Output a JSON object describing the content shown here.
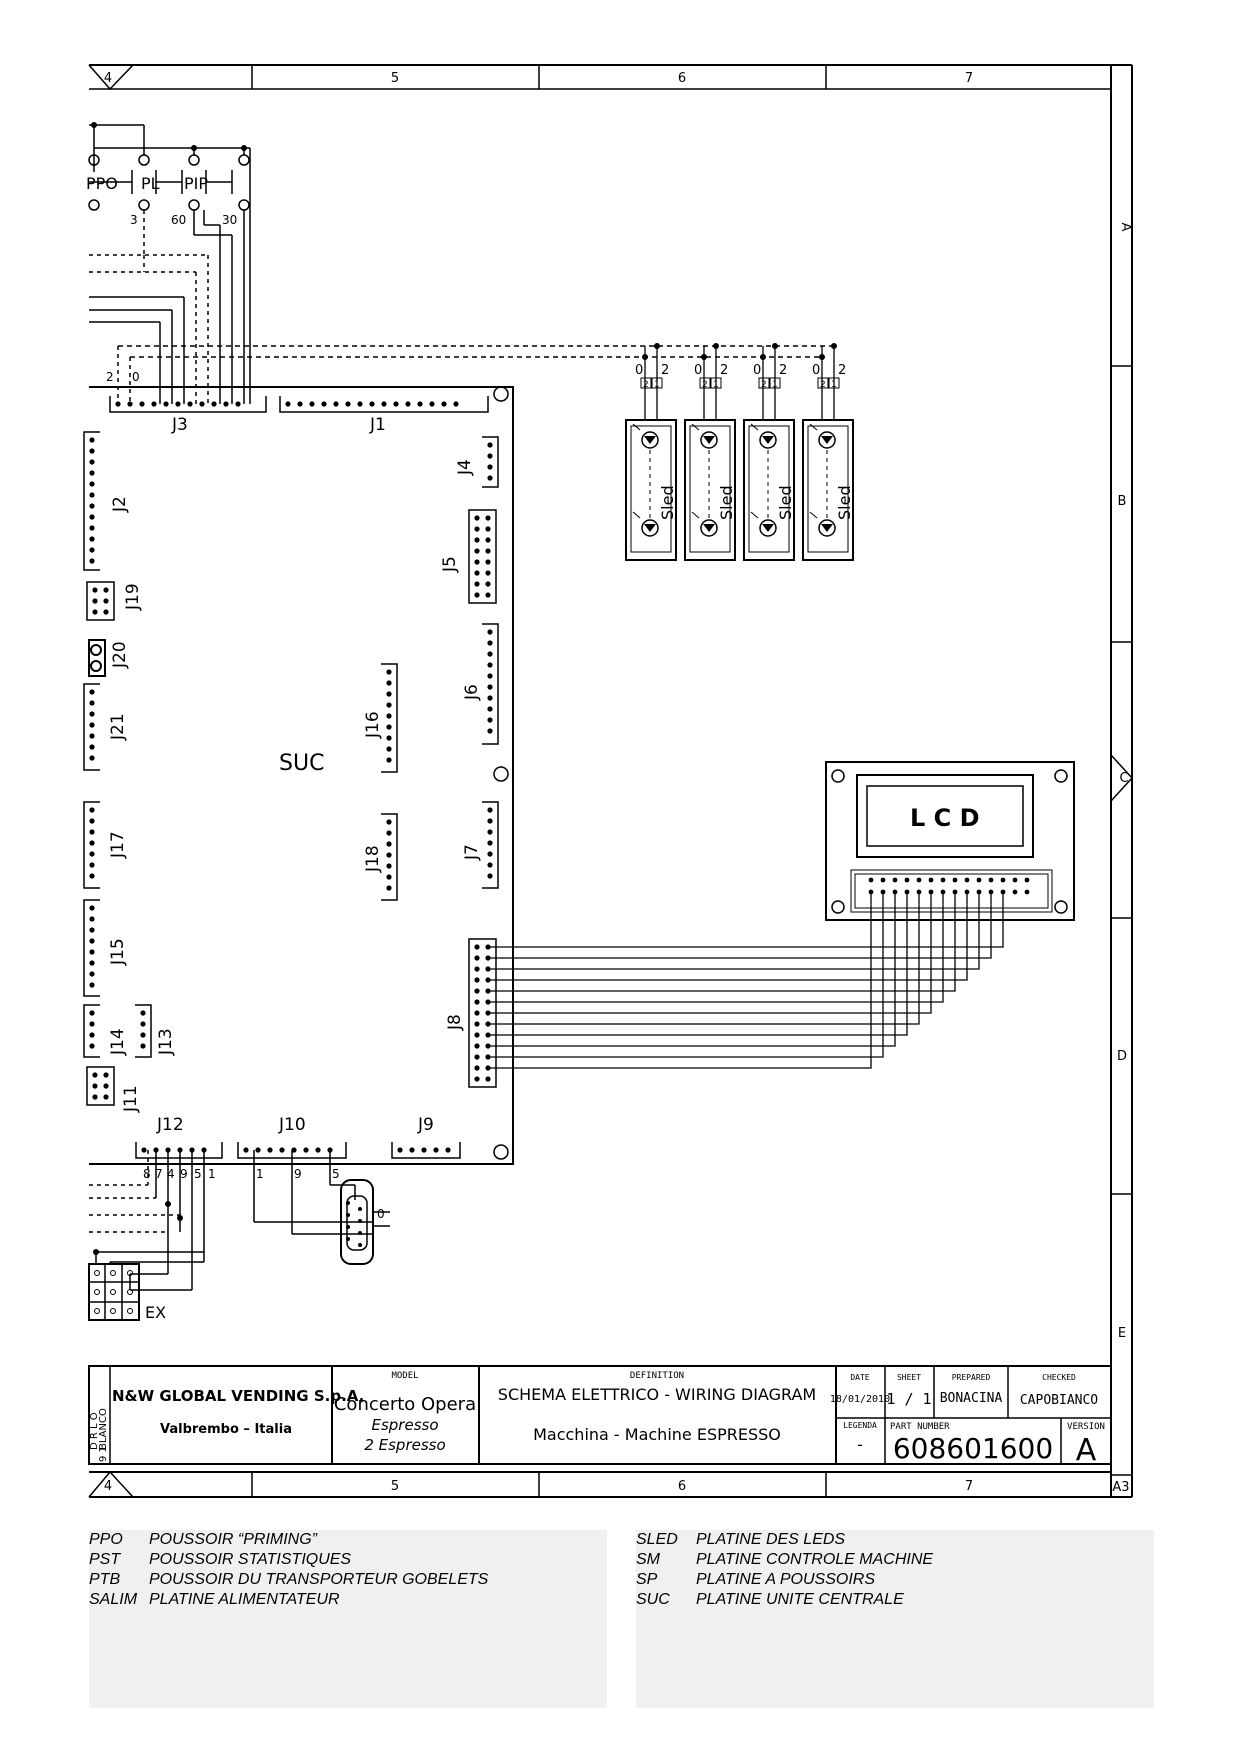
{
  "zones": {
    "columns": [
      "4",
      "5",
      "6",
      "7"
    ],
    "rows": [
      "A",
      "B",
      "C",
      "D",
      "E"
    ],
    "sheet_size": "A3"
  },
  "switches": [
    "PPO",
    "PL",
    "PIP"
  ],
  "switch_pins": [
    "3",
    "60",
    "30"
  ],
  "pins": {
    "n2": "2",
    "n0": "0",
    "n1": "1",
    "n9": "9",
    "n5": "5",
    "n8": "8",
    "n7": "7",
    "n4": "4"
  },
  "boards": {
    "main": "SUC",
    "connectors": [
      "J3",
      "J1",
      "J4",
      "J2",
      "J5",
      "J19",
      "J20",
      "J6",
      "J16",
      "J21",
      "J17",
      "J7",
      "J18",
      "J15",
      "J8",
      "J14",
      "J13",
      "J11",
      "J12",
      "J10",
      "J9"
    ]
  },
  "sled": {
    "label": "Sled",
    "pin_a": "0",
    "pin_b": "2",
    "box_a": "2",
    "box_b": "1"
  },
  "lcd": {
    "label": "L C D"
  },
  "ex_label": "EX",
  "title_block": {
    "company": "N&W GLOBAL VENDING S.p.A.",
    "location": "Valbrembo – Italia",
    "side_text_1": "BLANCO",
    "side_text_2": "D R L O",
    "side_text_3": "9 1",
    "model_caption": "MODEL",
    "model_name": "Concerto Opera",
    "model_variant_1": "Espresso",
    "model_variant_2": "2 Espresso",
    "definition_caption": "DEFINITION",
    "definition_line_1": "SCHEMA ELETTRICO - WIRING DIAGRAM",
    "definition_line_2": "Macchina - Machine ESPRESSO",
    "date_caption": "DATE",
    "date_value": "18/01/2010",
    "sheet_caption": "SHEET",
    "sheet_value": "1 / 1",
    "prepared_caption": "PREPARED",
    "prepared_value": "BONACINA",
    "checked_caption": "CHECKED",
    "checked_value": "CAPOBIANCO",
    "legenda_caption": "LEGENDA",
    "legenda_value": "-",
    "part_number_caption": "PART NUMBER",
    "part_number_value": "608601600",
    "version_caption": "VERSION",
    "version_value": "A"
  },
  "legend_left": [
    {
      "code": "PPO",
      "text": "POUSSOIR “PRIMING”"
    },
    {
      "code": "PST",
      "text": "POUSSOIR STATISTIQUES"
    },
    {
      "code": "PTB",
      "text": "POUSSOIR DU TRANSPORTEUR GOBELETS"
    },
    {
      "code": "SALIM",
      "text": "PLATINE ALIMENTATEUR"
    }
  ],
  "legend_right": [
    {
      "code": "SLED",
      "text": "PLATINE DES LEDS"
    },
    {
      "code": "SM",
      "text": "PLATINE CONTROLE MACHINE"
    },
    {
      "code": "SP",
      "text": "PLATINE A POUSSOIRS"
    },
    {
      "code": "SUC",
      "text": "PLATINE UNITE CENTRALE"
    }
  ]
}
